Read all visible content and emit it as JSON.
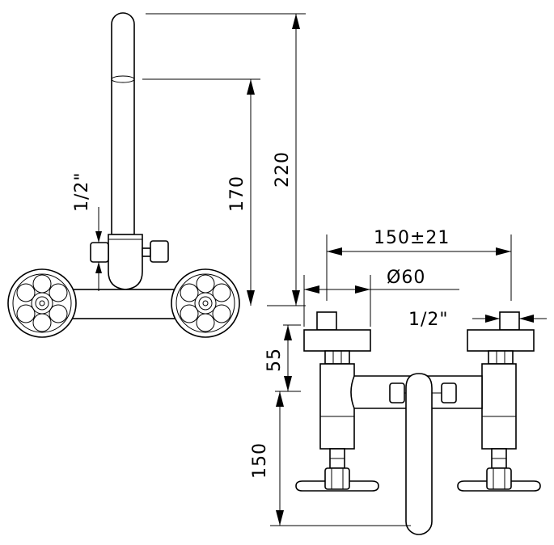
{
  "labels": {
    "side_height_total": "220",
    "side_height_spout": "170",
    "side_inlet_thread": "1/2\"",
    "front_spacing": "150±21",
    "front_diameter": "Ø60",
    "front_inlet_thread": "1/2\"",
    "front_offset_top": "55",
    "front_offset_bottom": "150"
  },
  "colors": {
    "line": "#000000",
    "background": "#ffffff"
  }
}
